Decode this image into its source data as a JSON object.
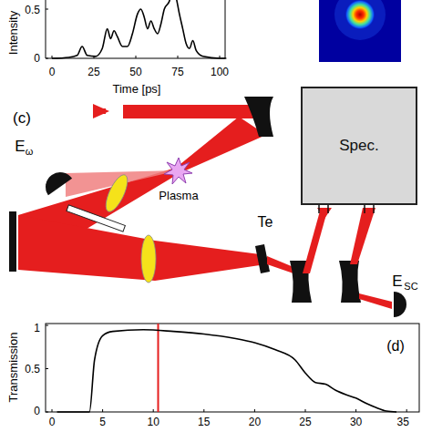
{
  "diagram": {
    "nodes": [
      {
        "text": [
          "Spec."
        ]
      }
    ],
    "labels": [
      "0.5",
      "0",
      "Intensity",
      "0",
      "25",
      "50",
      "75",
      "100",
      "Time [ps]",
      "(c)",
      "E",
      "ω",
      "Plasma",
      "Te",
      "E",
      "SC",
      "1",
      "0.5",
      "0",
      "Transmission",
      "(d)",
      "0",
      "5",
      "10",
      "15",
      "20",
      "25",
      "30",
      "35"
    ]
  }
}
